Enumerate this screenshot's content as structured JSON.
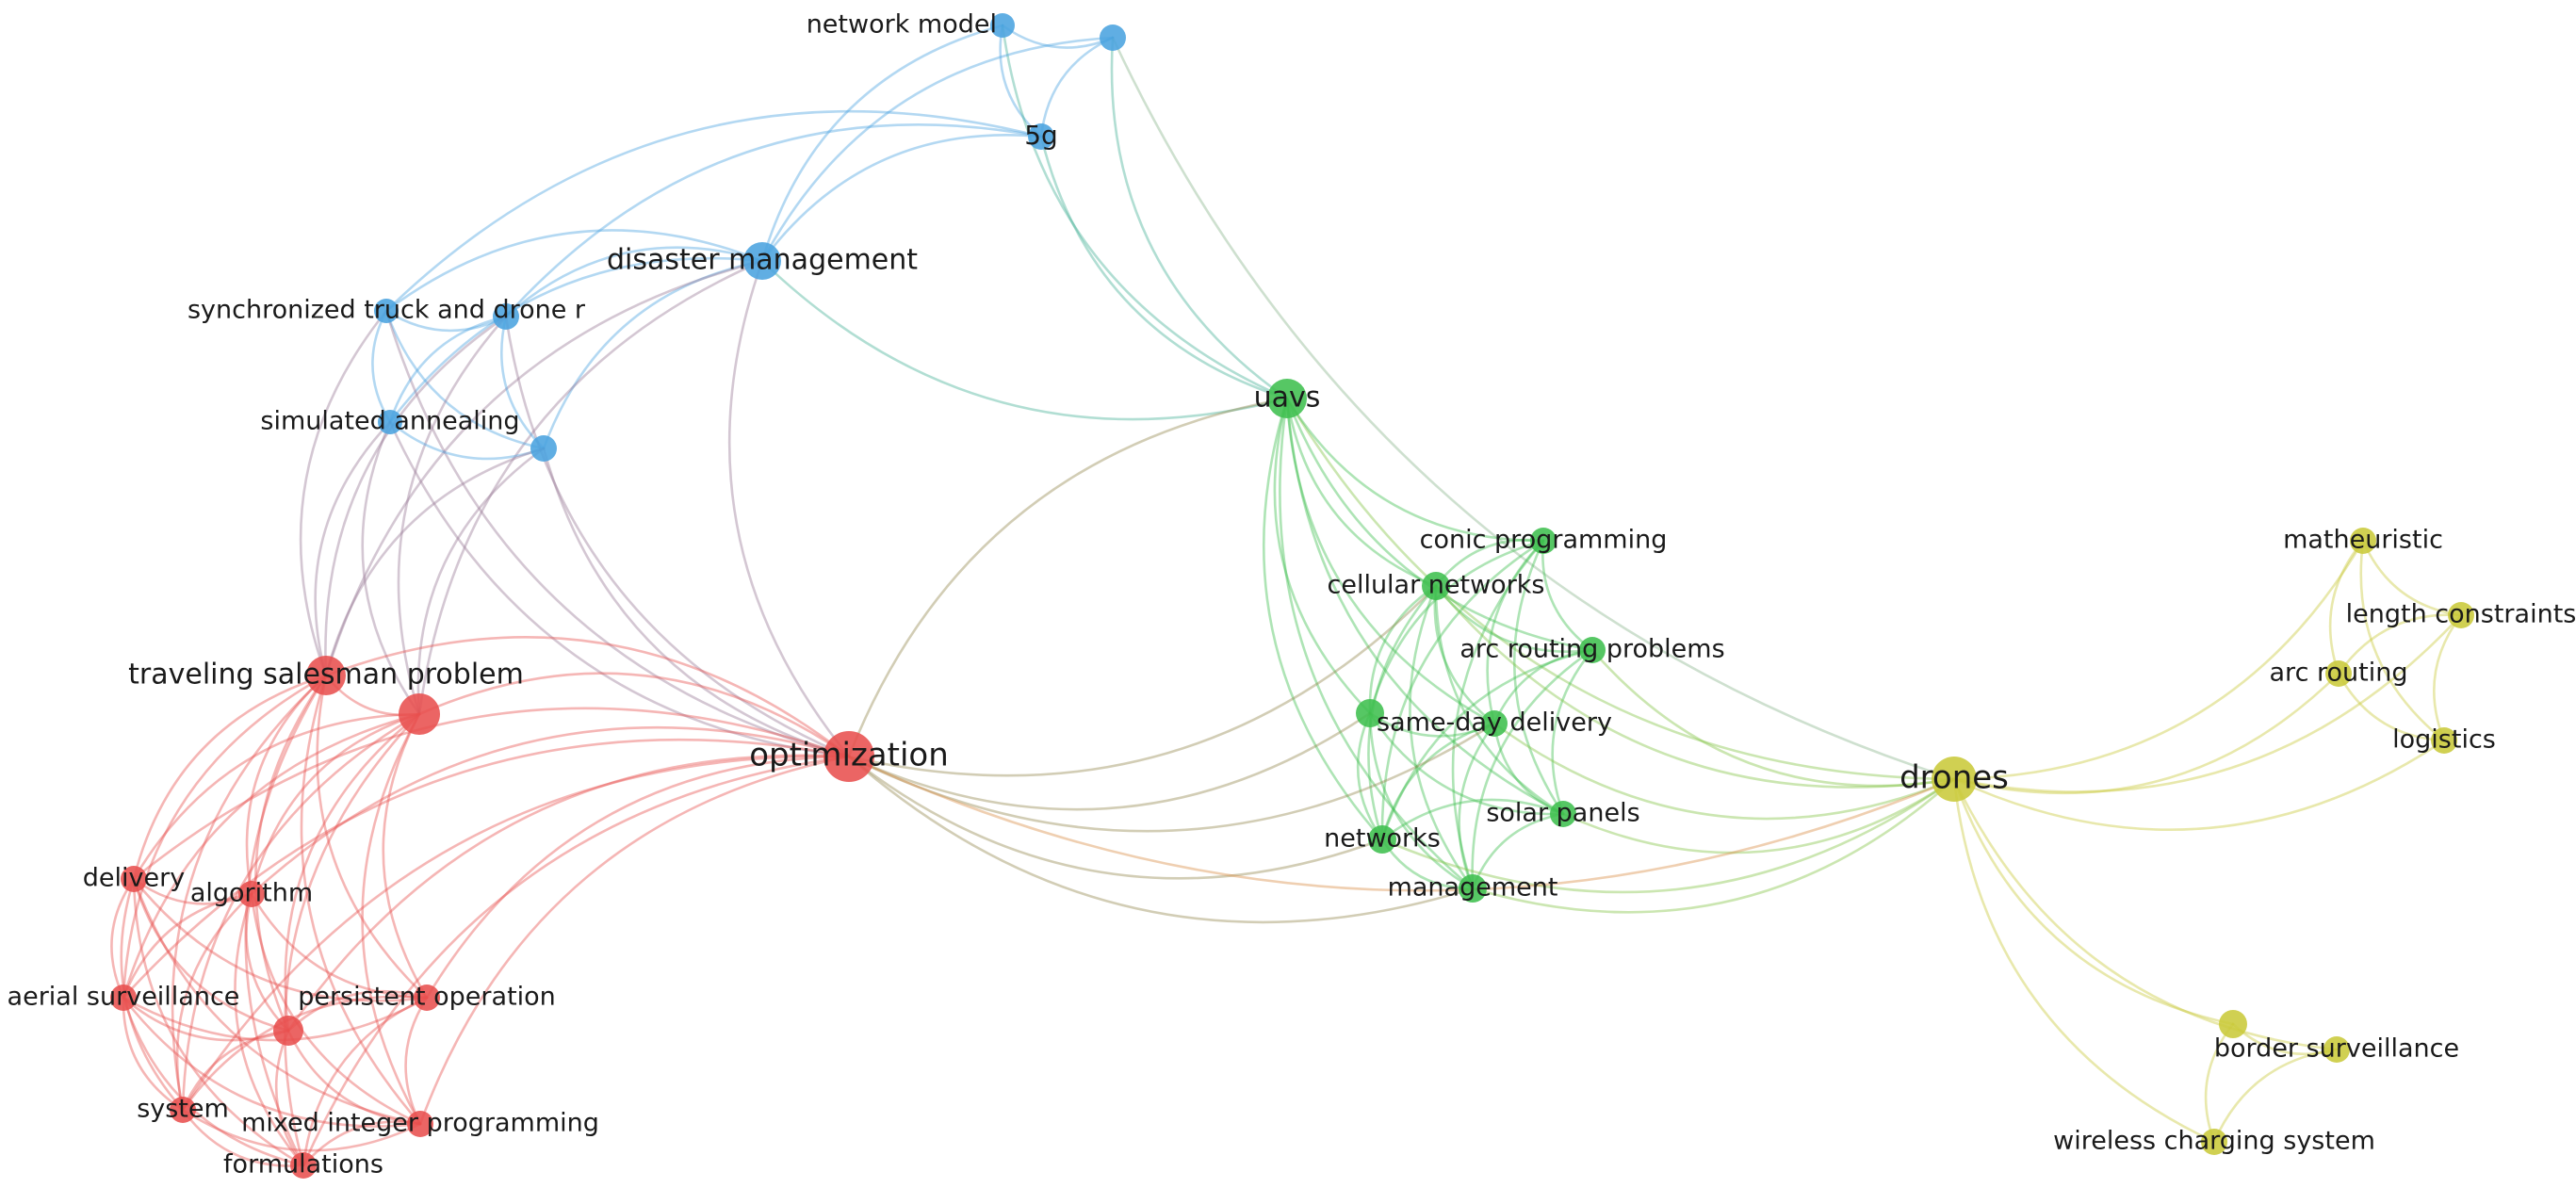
{
  "clusters": {
    "red": {
      "color": "#e8504f"
    },
    "blue": {
      "color": "#4aa3df"
    },
    "green": {
      "color": "#3fbf4f"
    },
    "yellow": {
      "color": "#c9c93a"
    }
  },
  "nodes": [
    {
      "id": "n-network-model",
      "label": "network model",
      "cluster": "blue"
    },
    {
      "id": "n-blue-top-right",
      "label": "",
      "cluster": "blue"
    },
    {
      "id": "n-5g",
      "label": "5g",
      "cluster": "blue"
    },
    {
      "id": "n-disaster-management",
      "label": "disaster management",
      "cluster": "blue"
    },
    {
      "id": "n-synchronized-truck",
      "label": "synchronized truck and drone r",
      "cluster": "blue"
    },
    {
      "id": "n-blue-mid",
      "label": "",
      "cluster": "blue"
    },
    {
      "id": "n-simulated-annealing",
      "label": "simulated annealing",
      "cluster": "blue"
    },
    {
      "id": "n-blue-low",
      "label": "",
      "cluster": "blue"
    },
    {
      "id": "n-uavs",
      "label": "uavs",
      "cluster": "green"
    },
    {
      "id": "n-conic-programming",
      "label": "conic programming",
      "cluster": "green"
    },
    {
      "id": "n-cellular-networks",
      "label": "cellular networks",
      "cluster": "green"
    },
    {
      "id": "n-arc-routing-problems",
      "label": "arc routing problems",
      "cluster": "green"
    },
    {
      "id": "n-green-left",
      "label": "",
      "cluster": "green"
    },
    {
      "id": "n-same-day-delivery",
      "label": "same-day delivery",
      "cluster": "green"
    },
    {
      "id": "n-solar-panels",
      "label": "solar panels",
      "cluster": "green"
    },
    {
      "id": "n-networks",
      "label": "networks",
      "cluster": "green"
    },
    {
      "id": "n-management",
      "label": "management",
      "cluster": "green"
    },
    {
      "id": "n-drones",
      "label": "drones",
      "cluster": "yellow"
    },
    {
      "id": "n-matheuristic",
      "label": "matheuristic",
      "cluster": "yellow"
    },
    {
      "id": "n-length-constraints",
      "label": "length constraints",
      "cluster": "yellow"
    },
    {
      "id": "n-arc-routing",
      "label": "arc routing",
      "cluster": "yellow"
    },
    {
      "id": "n-logistics",
      "label": "logistics",
      "cluster": "yellow"
    },
    {
      "id": "n-yellow-low",
      "label": "",
      "cluster": "yellow"
    },
    {
      "id": "n-border-surveillance",
      "label": "border surveillance",
      "cluster": "yellow"
    },
    {
      "id": "n-wireless-charging",
      "label": "wireless charging system",
      "cluster": "yellow"
    },
    {
      "id": "n-optimization",
      "label": "optimization",
      "cluster": "red"
    },
    {
      "id": "n-traveling-salesman",
      "label": "traveling salesman problem",
      "cluster": "red"
    },
    {
      "id": "n-red-large",
      "label": "",
      "cluster": "red"
    },
    {
      "id": "n-delivery",
      "label": "delivery",
      "cluster": "red"
    },
    {
      "id": "n-algorithm",
      "label": "algorithm",
      "cluster": "red"
    },
    {
      "id": "n-aerial-surveillance",
      "label": "aerial surveillance",
      "cluster": "red"
    },
    {
      "id": "n-persistent-operation",
      "label": "persistent operation",
      "cluster": "red"
    },
    {
      "id": "n-red-mid",
      "label": "",
      "cluster": "red"
    },
    {
      "id": "n-system",
      "label": "system",
      "cluster": "red"
    },
    {
      "id": "n-mixed-integer",
      "label": "mixed integer programming",
      "cluster": "red"
    },
    {
      "id": "n-formulations",
      "label": "formulations",
      "cluster": "red"
    }
  ],
  "edges": [
    [
      "n-network-model",
      "n-blue-top-right"
    ],
    [
      "n-network-model",
      "n-5g"
    ],
    [
      "n-blue-top-right",
      "n-5g"
    ],
    [
      "n-network-model",
      "n-uavs"
    ],
    [
      "n-blue-top-right",
      "n-uavs"
    ],
    [
      "n-5g",
      "n-uavs"
    ],
    [
      "n-blue-top-right",
      "n-drones"
    ],
    [
      "n-network-model",
      "n-disaster-management"
    ],
    [
      "n-5g",
      "n-disaster-management"
    ],
    [
      "n-blue-top-right",
      "n-disaster-management"
    ],
    [
      "n-5g",
      "n-synchronized-truck"
    ],
    [
      "n-5g",
      "n-blue-mid"
    ],
    [
      "n-disaster-management",
      "n-synchronized-truck"
    ],
    [
      "n-disaster-management",
      "n-blue-mid"
    ],
    [
      "n-disaster-management",
      "n-simulated-annealing"
    ],
    [
      "n-disaster-management",
      "n-blue-low"
    ],
    [
      "n-disaster-management",
      "n-uavs"
    ],
    [
      "n-disaster-management",
      "n-optimization"
    ],
    [
      "n-disaster-management",
      "n-traveling-salesman"
    ],
    [
      "n-disaster-management",
      "n-red-large"
    ],
    [
      "n-synchronized-truck",
      "n-blue-mid"
    ],
    [
      "n-synchronized-truck",
      "n-simulated-annealing"
    ],
    [
      "n-synchronized-truck",
      "n-blue-low"
    ],
    [
      "n-synchronized-truck",
      "n-traveling-salesman"
    ],
    [
      "n-synchronized-truck",
      "n-optimization"
    ],
    [
      "n-blue-mid",
      "n-simulated-annealing"
    ],
    [
      "n-blue-mid",
      "n-blue-low"
    ],
    [
      "n-blue-mid",
      "n-traveling-salesman"
    ],
    [
      "n-blue-mid",
      "n-red-large"
    ],
    [
      "n-blue-mid",
      "n-optimization"
    ],
    [
      "n-simulated-annealing",
      "n-blue-low"
    ],
    [
      "n-simulated-annealing",
      "n-traveling-salesman"
    ],
    [
      "n-simulated-annealing",
      "n-optimization"
    ],
    [
      "n-simulated-annealing",
      "n-red-large"
    ],
    [
      "n-blue-low",
      "n-traveling-salesman"
    ],
    [
      "n-blue-low",
      "n-red-large"
    ],
    [
      "n-blue-low",
      "n-optimization"
    ],
    [
      "n-uavs",
      "n-optimization"
    ],
    [
      "n-uavs",
      "n-drones"
    ],
    [
      "n-uavs",
      "n-conic-programming"
    ],
    [
      "n-uavs",
      "n-cellular-networks"
    ],
    [
      "n-uavs",
      "n-arc-routing-problems"
    ],
    [
      "n-uavs",
      "n-green-left"
    ],
    [
      "n-uavs",
      "n-same-day-delivery"
    ],
    [
      "n-uavs",
      "n-solar-panels"
    ],
    [
      "n-uavs",
      "n-networks"
    ],
    [
      "n-uavs",
      "n-management"
    ],
    [
      "n-conic-programming",
      "n-cellular-networks"
    ],
    [
      "n-conic-programming",
      "n-arc-routing-problems"
    ],
    [
      "n-conic-programming",
      "n-same-day-delivery"
    ],
    [
      "n-conic-programming",
      "n-solar-panels"
    ],
    [
      "n-conic-programming",
      "n-networks"
    ],
    [
      "n-conic-programming",
      "n-management"
    ],
    [
      "n-conic-programming",
      "n-green-left"
    ],
    [
      "n-cellular-networks",
      "n-arc-routing-problems"
    ],
    [
      "n-cellular-networks",
      "n-same-day-delivery"
    ],
    [
      "n-cellular-networks",
      "n-solar-panels"
    ],
    [
      "n-cellular-networks",
      "n-networks"
    ],
    [
      "n-cellular-networks",
      "n-management"
    ],
    [
      "n-cellular-networks",
      "n-green-left"
    ],
    [
      "n-arc-routing-problems",
      "n-same-day-delivery"
    ],
    [
      "n-arc-routing-problems",
      "n-solar-panels"
    ],
    [
      "n-arc-routing-problems",
      "n-networks"
    ],
    [
      "n-arc-routing-problems",
      "n-management"
    ],
    [
      "n-arc-routing-problems",
      "n-drones"
    ],
    [
      "n-green-left",
      "n-same-day-delivery"
    ],
    [
      "n-green-left",
      "n-networks"
    ],
    [
      "n-green-left",
      "n-management"
    ],
    [
      "n-green-left",
      "n-solar-panels"
    ],
    [
      "n-same-day-delivery",
      "n-solar-panels"
    ],
    [
      "n-same-day-delivery",
      "n-networks"
    ],
    [
      "n-same-day-delivery",
      "n-management"
    ],
    [
      "n-same-day-delivery",
      "n-drones"
    ],
    [
      "n-solar-panels",
      "n-networks"
    ],
    [
      "n-solar-panels",
      "n-management"
    ],
    [
      "n-solar-panels",
      "n-drones"
    ],
    [
      "n-networks",
      "n-management"
    ],
    [
      "n-networks",
      "n-drones"
    ],
    [
      "n-management",
      "n-drones"
    ],
    [
      "n-cellular-networks",
      "n-drones"
    ],
    [
      "n-optimization",
      "n-cellular-networks"
    ],
    [
      "n-optimization",
      "n-green-left"
    ],
    [
      "n-optimization",
      "n-same-day-delivery"
    ],
    [
      "n-optimization",
      "n-networks"
    ],
    [
      "n-optimization",
      "n-management"
    ],
    [
      "n-optimization",
      "n-drones"
    ],
    [
      "n-drones",
      "n-matheuristic"
    ],
    [
      "n-drones",
      "n-length-constraints"
    ],
    [
      "n-drones",
      "n-arc-routing"
    ],
    [
      "n-drones",
      "n-logistics"
    ],
    [
      "n-drones",
      "n-yellow-low"
    ],
    [
      "n-drones",
      "n-border-surveillance"
    ],
    [
      "n-drones",
      "n-wireless-charging"
    ],
    [
      "n-matheuristic",
      "n-length-constraints"
    ],
    [
      "n-matheuristic",
      "n-arc-routing"
    ],
    [
      "n-matheuristic",
      "n-logistics"
    ],
    [
      "n-length-constraints",
      "n-arc-routing"
    ],
    [
      "n-length-constraints",
      "n-logistics"
    ],
    [
      "n-arc-routing",
      "n-logistics"
    ],
    [
      "n-yellow-low",
      "n-border-surveillance"
    ],
    [
      "n-yellow-low",
      "n-wireless-charging"
    ],
    [
      "n-border-surveillance",
      "n-wireless-charging"
    ],
    [
      "n-optimization",
      "n-traveling-salesman"
    ],
    [
      "n-optimization",
      "n-red-large"
    ],
    [
      "n-optimization",
      "n-delivery"
    ],
    [
      "n-optimization",
      "n-algorithm"
    ],
    [
      "n-optimization",
      "n-aerial-surveillance"
    ],
    [
      "n-optimization",
      "n-persistent-operation"
    ],
    [
      "n-optimization",
      "n-red-mid"
    ],
    [
      "n-optimization",
      "n-system"
    ],
    [
      "n-optimization",
      "n-mixed-integer"
    ],
    [
      "n-optimization",
      "n-formulations"
    ],
    [
      "n-traveling-salesman",
      "n-red-large"
    ],
    [
      "n-traveling-salesman",
      "n-delivery"
    ],
    [
      "n-traveling-salesman",
      "n-algorithm"
    ],
    [
      "n-traveling-salesman",
      "n-aerial-surveillance"
    ],
    [
      "n-traveling-salesman",
      "n-persistent-operation"
    ],
    [
      "n-traveling-salesman",
      "n-red-mid"
    ],
    [
      "n-traveling-salesman",
      "n-system"
    ],
    [
      "n-traveling-salesman",
      "n-mixed-integer"
    ],
    [
      "n-traveling-salesman",
      "n-formulations"
    ],
    [
      "n-red-large",
      "n-delivery"
    ],
    [
      "n-red-large",
      "n-algorithm"
    ],
    [
      "n-red-large",
      "n-aerial-surveillance"
    ],
    [
      "n-red-large",
      "n-persistent-operation"
    ],
    [
      "n-red-large",
      "n-red-mid"
    ],
    [
      "n-red-large",
      "n-system"
    ],
    [
      "n-red-large",
      "n-mixed-integer"
    ],
    [
      "n-red-large",
      "n-formulations"
    ],
    [
      "n-delivery",
      "n-algorithm"
    ],
    [
      "n-delivery",
      "n-aerial-surveillance"
    ],
    [
      "n-delivery",
      "n-persistent-operation"
    ],
    [
      "n-delivery",
      "n-red-mid"
    ],
    [
      "n-delivery",
      "n-system"
    ],
    [
      "n-delivery",
      "n-mixed-integer"
    ],
    [
      "n-delivery",
      "n-formulations"
    ],
    [
      "n-algorithm",
      "n-aerial-surveillance"
    ],
    [
      "n-algorithm",
      "n-persistent-operation"
    ],
    [
      "n-algorithm",
      "n-red-mid"
    ],
    [
      "n-algorithm",
      "n-system"
    ],
    [
      "n-algorithm",
      "n-mixed-integer"
    ],
    [
      "n-algorithm",
      "n-formulations"
    ],
    [
      "n-aerial-surveillance",
      "n-persistent-operation"
    ],
    [
      "n-aerial-surveillance",
      "n-red-mid"
    ],
    [
      "n-aerial-surveillance",
      "n-system"
    ],
    [
      "n-aerial-surveillance",
      "n-mixed-integer"
    ],
    [
      "n-aerial-surveillance",
      "n-formulations"
    ],
    [
      "n-persistent-operation",
      "n-red-mid"
    ],
    [
      "n-persistent-operation",
      "n-system"
    ],
    [
      "n-persistent-operation",
      "n-mixed-integer"
    ],
    [
      "n-persistent-operation",
      "n-formulations"
    ],
    [
      "n-red-mid",
      "n-system"
    ],
    [
      "n-red-mid",
      "n-mixed-integer"
    ],
    [
      "n-red-mid",
      "n-formulations"
    ],
    [
      "n-system",
      "n-mixed-integer"
    ],
    [
      "n-system",
      "n-formulations"
    ],
    [
      "n-mixed-integer",
      "n-formulations"
    ]
  ]
}
